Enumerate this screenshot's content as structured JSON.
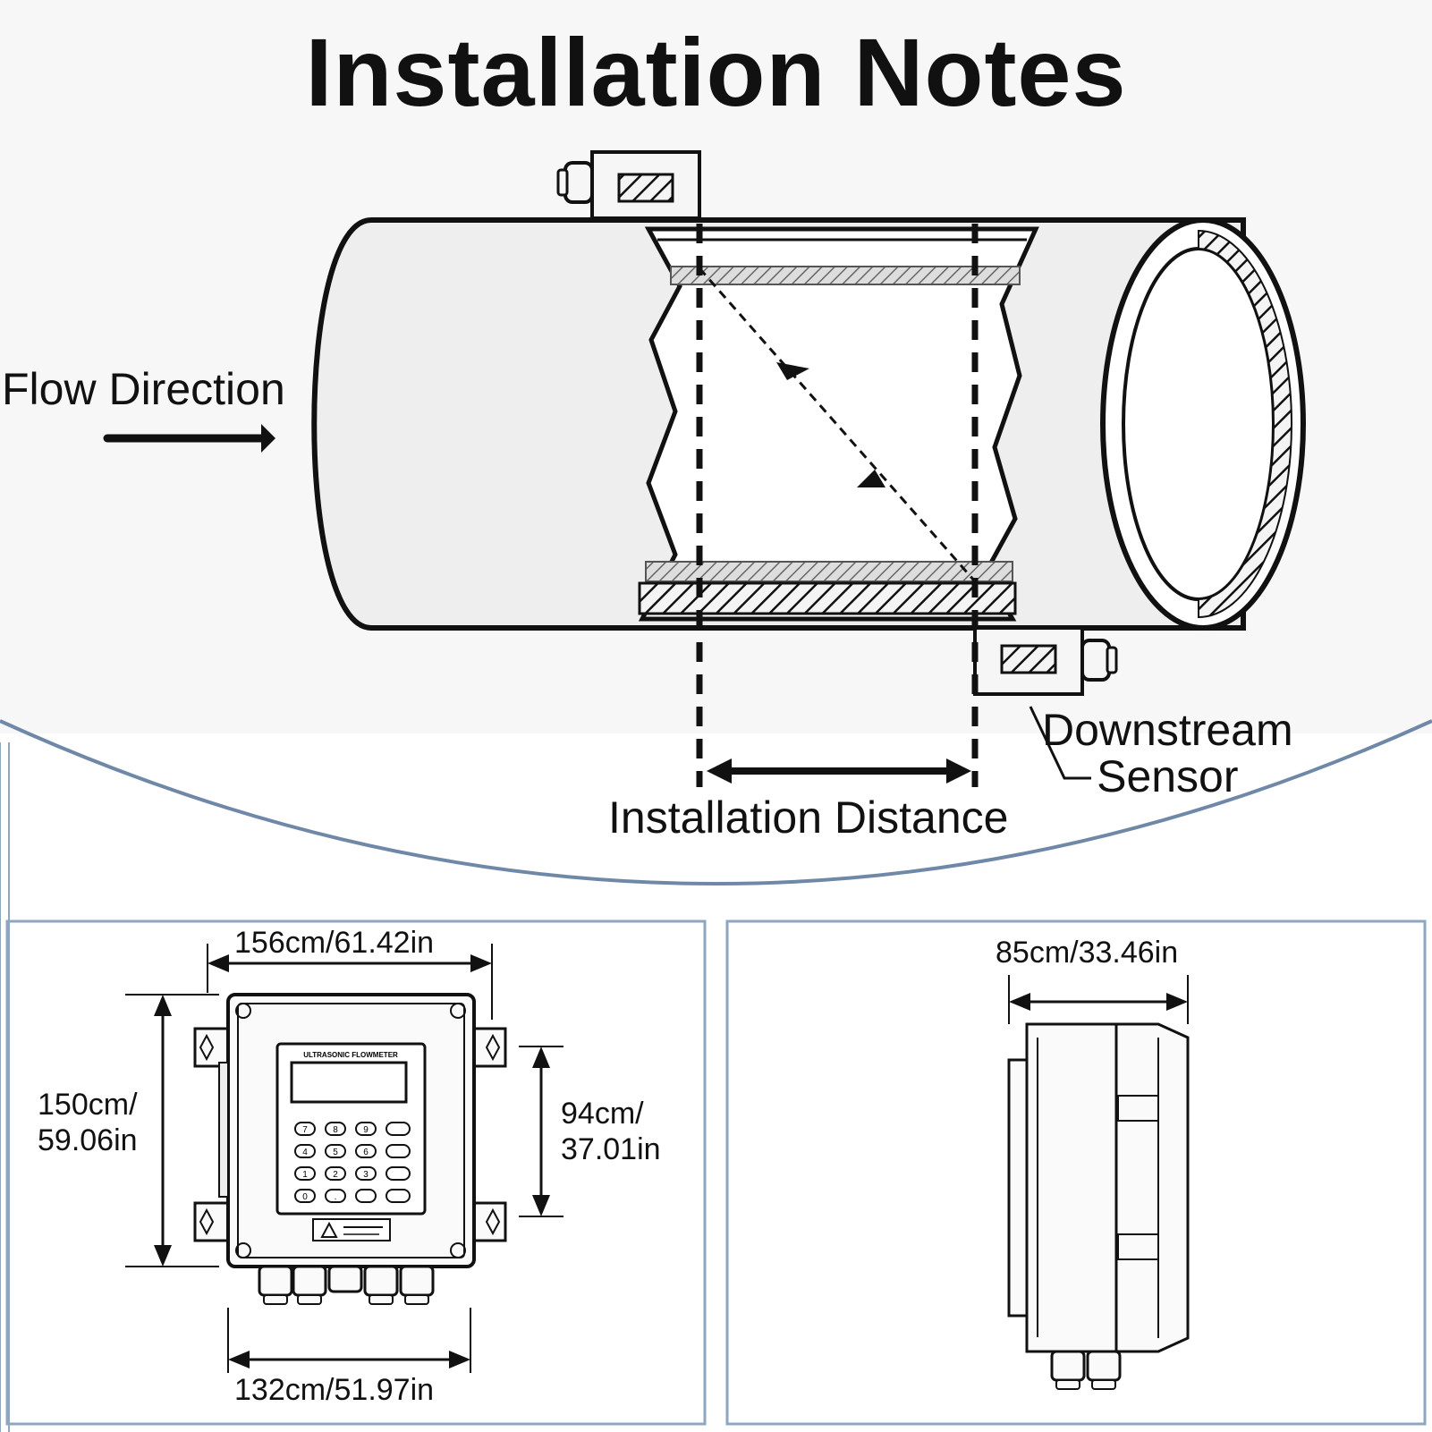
{
  "title": "Installation Notes",
  "pipe_diagram": {
    "flow_direction_label": "Flow Direction",
    "installation_distance_label": "Installation Distance",
    "downstream_sensor_label_line1": "Downstream",
    "downstream_sensor_label_line2": "Sensor"
  },
  "front_view": {
    "top_width_label": "156cm/61.42in",
    "height_label_line1": "150cm/",
    "height_label_line2": "59.06in",
    "inner_height_label_line1": "94cm/",
    "inner_height_label_line2": "37.01in",
    "bottom_width_label": "132cm/51.97in",
    "device_brand": "ULTRASONIC FLOWMETER",
    "keypad": [
      "7",
      "8",
      "9",
      "",
      "4",
      "5",
      "6",
      "",
      "1",
      "2",
      "3",
      "",
      "0",
      ".",
      "",
      ""
    ]
  },
  "side_view": {
    "depth_label": "85cm/33.46in"
  },
  "colors": {
    "line": "#111111",
    "pipe_fill": "#eeeeee",
    "band_blue": "#8fa6c0",
    "background": "#ffffff"
  }
}
